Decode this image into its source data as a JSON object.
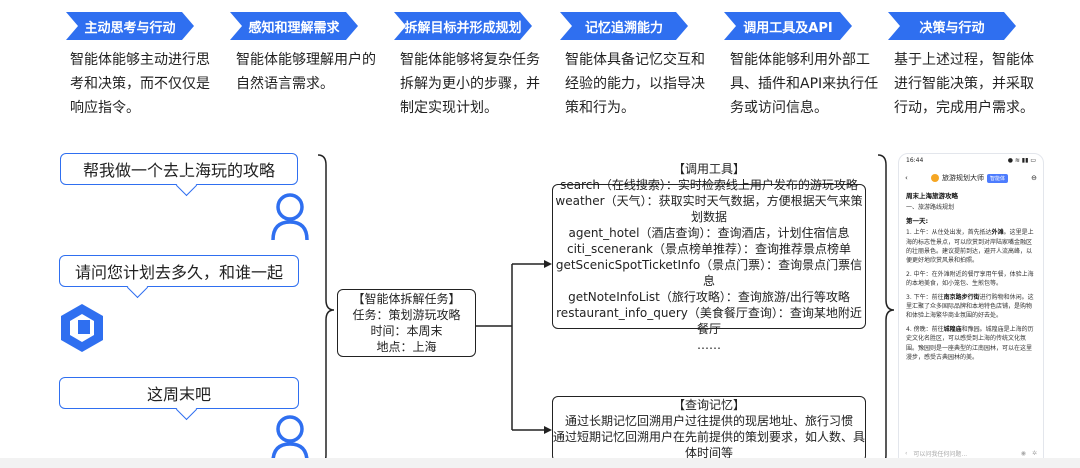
{
  "banner": [
    {
      "title": "主动思考与行动",
      "desc": "智能体能够主动进行思考和决策，而不仅仅是响应指令。"
    },
    {
      "title": "感知和理解需求",
      "desc": "智能体能够理解用户的自然语言需求。"
    },
    {
      "title": "拆解目标并形成规划",
      "desc": "智能体能够将复杂任务拆解为更小的步骤，并制定实现计划。"
    },
    {
      "title": "记忆追溯能力",
      "desc": "智能体具备记忆交互和经验的能力，以指导决策和行为。"
    },
    {
      "title": "调用工具及API",
      "desc": "智能体能够利用外部工具、插件和API来执行任务或访问信息。"
    },
    {
      "title": "决策与行动",
      "desc": "基于上述过程，智能体进行智能决策，并采取行动，完成用户需求。"
    }
  ],
  "conversation": {
    "user_msg_1": "帮我做一个去上海玩的攻略",
    "agent_msg": "请问您计划去多久，和谁一起",
    "user_msg_2": "这周末吧"
  },
  "task_box": {
    "title": "【智能体拆解任务】",
    "task": "任务：策划游玩攻略",
    "time": "时间：本周末",
    "place": "地点：上海"
  },
  "tools_box": {
    "title": "【调用工具】",
    "lines": [
      "search（在线搜索）：实时检索线上用户发布的游玩攻略",
      "weather（天气）：获取实时天气数据，方便根据天气来策划数据",
      "agent_hotel（酒店查询）：查询酒店，计划住宿信息",
      "citi_scenerank（景点榜单推荐）：查询推荐景点榜单",
      "getScenicSpotTicketInfo（景点门票）：查询景点门票信息",
      "getNoteInfoList（旅行攻略）：查询旅游/出行等攻略",
      "restaurant_info_query（美食餐厅查询）：查询某地附近餐厅",
      "……"
    ]
  },
  "memory_box": {
    "title": "【查询记忆】",
    "lines": [
      "通过长期记忆回溯用户过往提供的现居地址、旅行习惯",
      "通过短期记忆回溯用户在先前提供的策划要求，如人数、具体时间等"
    ]
  },
  "phone": {
    "time": "16:44",
    "status": "● ≋ ▮▮ ▭",
    "app_title": "旅游规划大师",
    "badge": "智能体",
    "heading": "周末上海旅游攻略",
    "subheading": "一、旅游路线规划",
    "day": "第一天:",
    "items": [
      {
        "prefix": "1. 上午：从住处出发，首先抵达",
        "bold": "外滩",
        "rest": "。这里是上海的标志性景点，可以欣赏到对岸陆家嘴金融区的壮丽景色。建议提前到达，避开人流高峰，以便更好地欣赏风景和拍照。"
      },
      {
        "prefix": "2. 中午：在外滩附近的餐厅享用午餐，体验上海的本地美食，如小笼包、生煎包等。",
        "bold": "",
        "rest": ""
      },
      {
        "prefix": "3. 下午：前往",
        "bold": "南京路步行街",
        "rest": "进行购物和休闲。这里汇聚了众多国际品牌和本地特色店铺，是购物和体验上海繁华商业氛围的好去处。"
      },
      {
        "prefix": "4. 傍晚：前往",
        "bold": "城隍庙",
        "rest": "和豫园。城隍庙是上海的历史文化名胜区，可以感受到上海的传统文化氛围。豫园则是一座典型的江南园林，可以在这里漫步，感受古典园林的美。"
      }
    ],
    "input_placeholder": "可以问我任何问题..."
  },
  "colors": {
    "accent": "#2f6ff0",
    "box_border": "#222222"
  }
}
